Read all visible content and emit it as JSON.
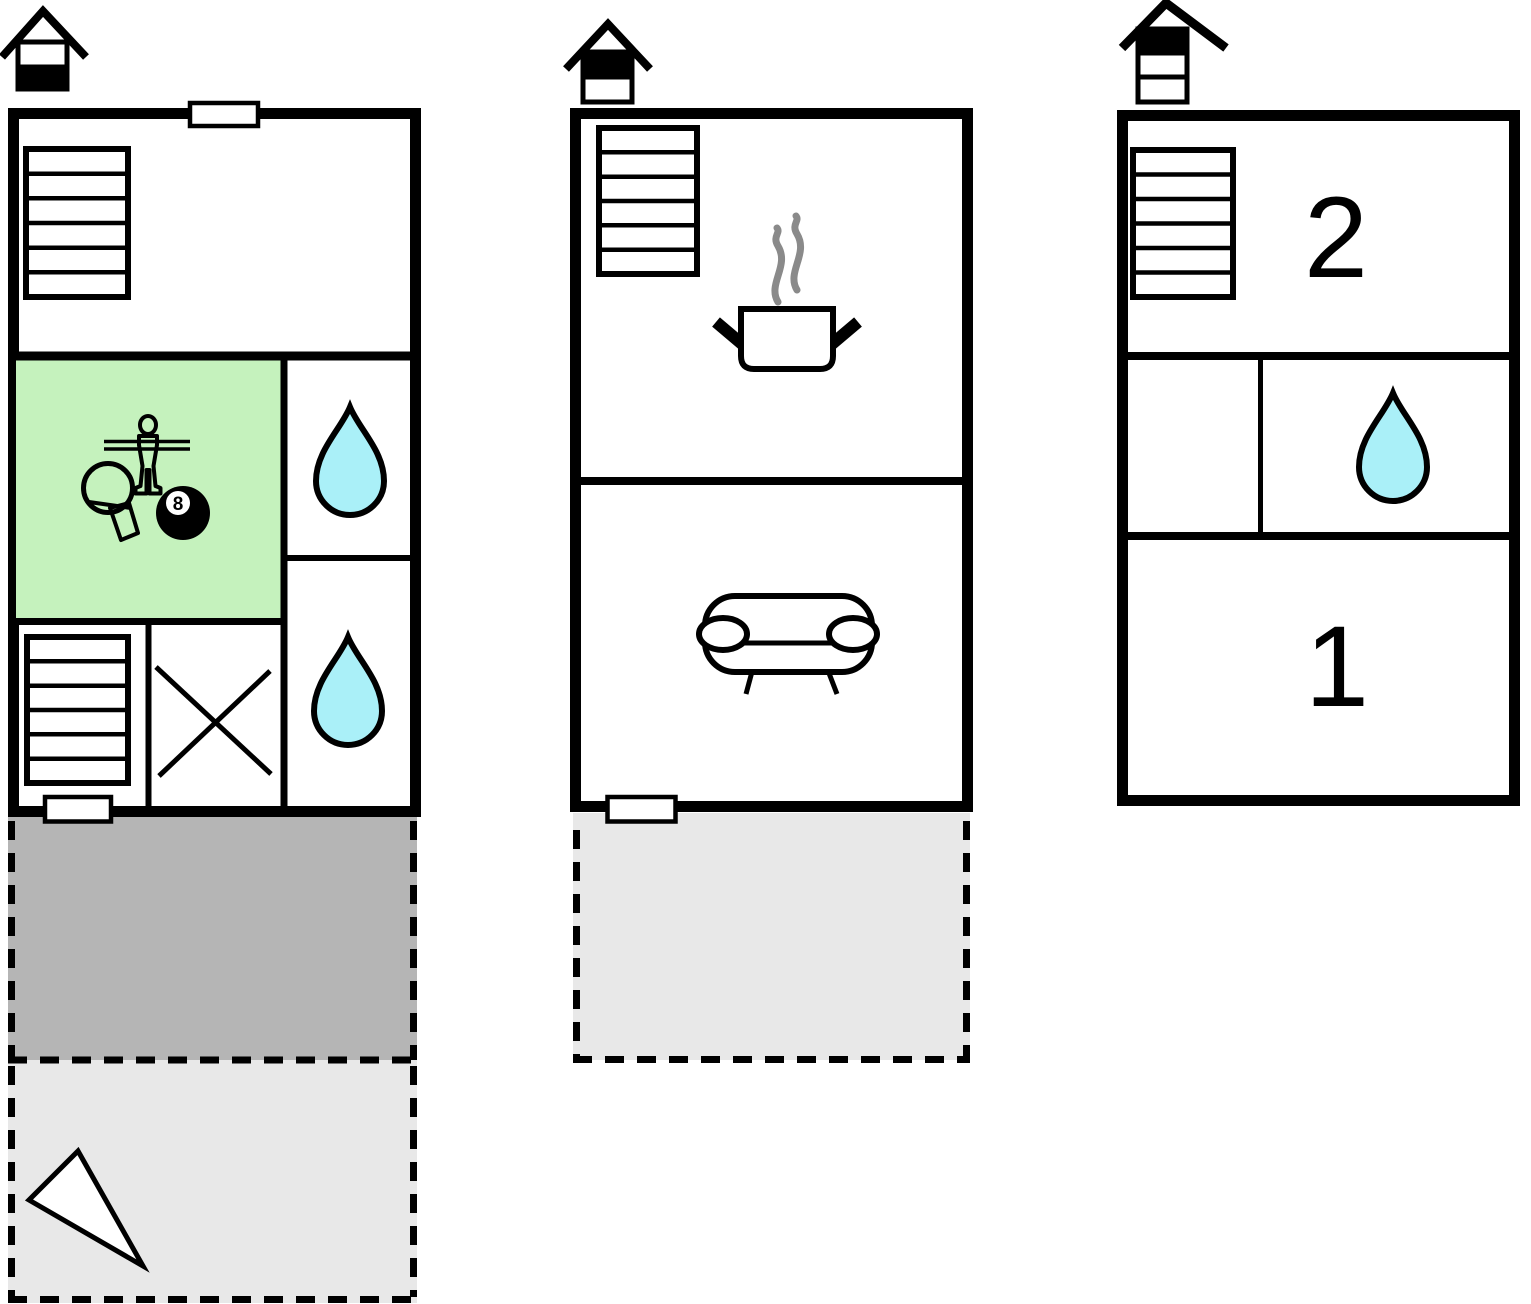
{
  "colors": {
    "wall": "#000000",
    "background": "#ffffff",
    "game_room": "#c5f2bd",
    "water_drop": "#aaf0f8",
    "terrace_dark": "#b5b5b5",
    "terrace_light": "#e8e8e8",
    "steam": "#8a8a8a"
  },
  "labels": {
    "bedroom_two": "2",
    "bedroom_one": "1",
    "billiard_ball_number": "8"
  },
  "plans": [
    {
      "position": "left",
      "floor_indicator_icon": "house-two-levels-lower-highlighted",
      "features": [
        "entrance-door-top",
        "stairs-up",
        "game-room-foosball-tabletennis-billiards",
        "bathroom-drop-upper",
        "bathroom-drop-lower",
        "stairs-down",
        "crossed-out-room",
        "door-bottom",
        "terrace-covered-dark",
        "terrace-open-light",
        "north-arrow"
      ]
    },
    {
      "position": "middle",
      "floor_indicator_icon": "house-two-levels-upper-highlighted",
      "features": [
        "stairs",
        "kitchen-pot-with-steam",
        "living-room-sofa",
        "door-bottom",
        "terrace-open-light"
      ]
    },
    {
      "position": "right",
      "floor_indicator_icon": "house-three-levels-top-highlighted",
      "features": [
        "stairs",
        "bedroom-2",
        "small-room",
        "bathroom-drop",
        "bedroom-1"
      ]
    }
  ]
}
